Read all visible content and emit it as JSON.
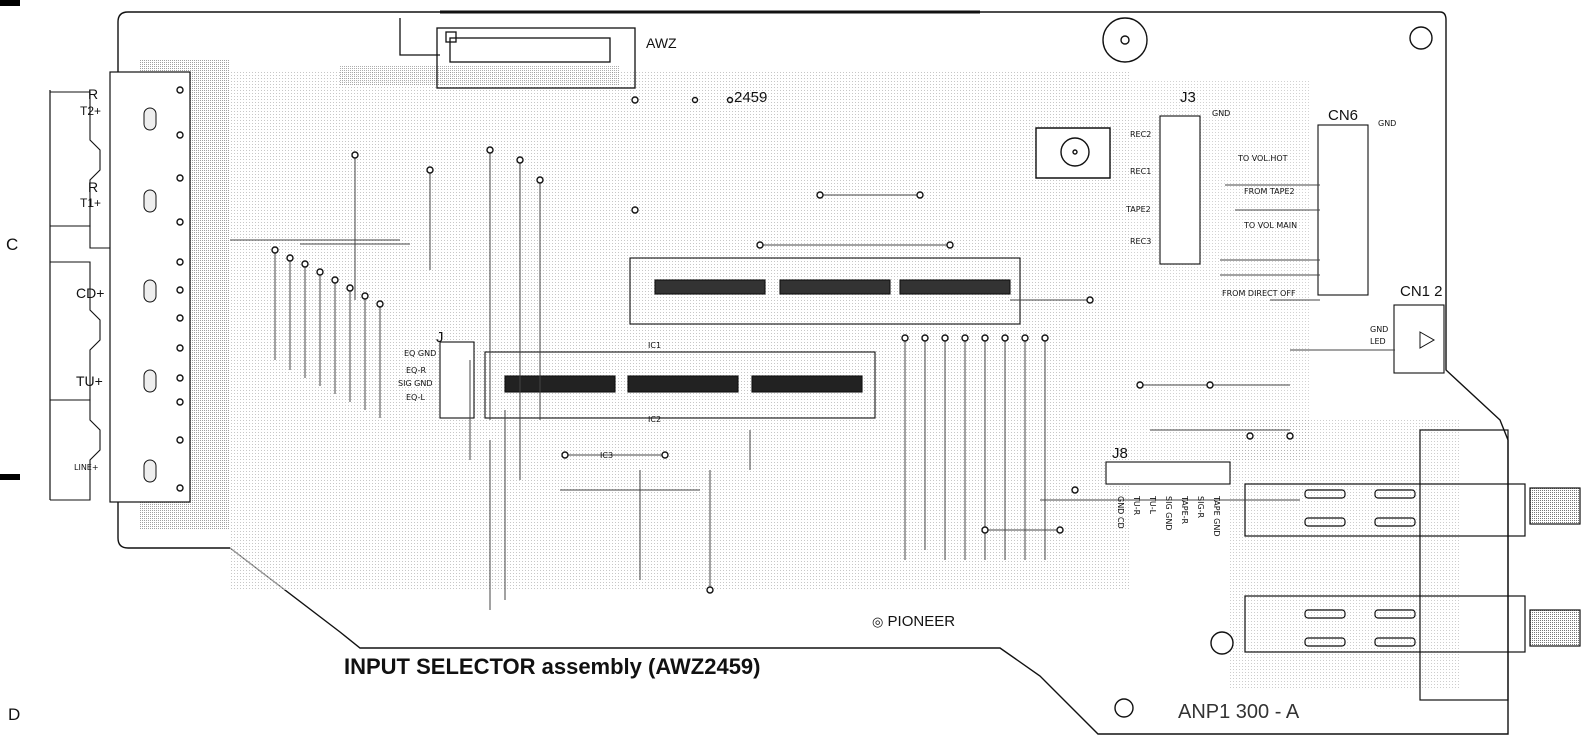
{
  "margin_letters": {
    "c": "C",
    "d": "D"
  },
  "board_labels": {
    "awz": "AWZ",
    "part_number_top": "2459",
    "j3": "J3",
    "cn6": "CN6",
    "cn12": "CN1 2",
    "j_left": "J",
    "j8": "J8",
    "brand": "PIONEER",
    "board_code": "ANP1 300 - A",
    "assembly_title": "INPUT SELECTOR assembly (AWZ2459)"
  },
  "input_jacks": [
    {
      "top": "R",
      "name": "T2+"
    },
    {
      "top": "R",
      "name": "T1+"
    },
    {
      "top": "",
      "name": "CD+"
    },
    {
      "top": "",
      "name": "TU+"
    },
    {
      "top": "",
      "name": "LINE+"
    }
  ],
  "j3_pins": [
    "REC2",
    "REC1",
    "TAPE2",
    "REC3"
  ],
  "j3_gnd": "GND",
  "cn6_signals": [
    "TO VOL.HOT",
    "FROM TAPE2",
    "TO VOL MAIN",
    "FROM DIRECT OFF"
  ],
  "cn6_gnd": "GND",
  "cn12_pins": [
    "GND",
    "LED"
  ],
  "j_left_pins": [
    "EQ GND",
    "EQ-R",
    "SIG GND",
    "EQ-L"
  ],
  "j8_pins": [
    "GND CD",
    "TU-R",
    "TU-L",
    "SIG GND",
    "TAPE-R",
    "SIG-R",
    "TAPE GND"
  ],
  "ic_labels": [
    "IC1",
    "IC2",
    "IC3"
  ]
}
